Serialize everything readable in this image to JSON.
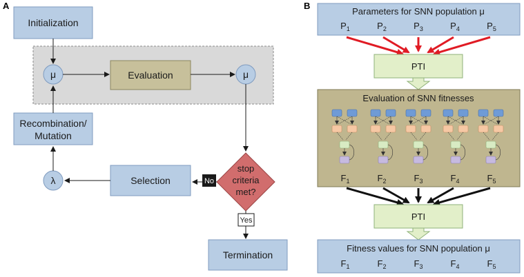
{
  "panel_a": {
    "label": "A",
    "initialization": "Initialization",
    "mu_left": "μ",
    "evaluation": "Evaluation",
    "mu_right": "μ",
    "recombination_line1": "Recombination/",
    "recombination_line2": "Mutation",
    "lambda": "λ",
    "selection": "Selection",
    "decision_line1": "stop",
    "decision_line2": "criteria",
    "decision_line3": "met?",
    "no_label": "No",
    "yes_label": "Yes",
    "termination": "Termination"
  },
  "panel_b": {
    "label": "B",
    "params_title": "Parameters for SNN population μ",
    "params": [
      {
        "base": "P",
        "sub": "1"
      },
      {
        "base": "P",
        "sub": "2"
      },
      {
        "base": "P",
        "sub": "3"
      },
      {
        "base": "P",
        "sub": "4"
      },
      {
        "base": "P",
        "sub": "5"
      }
    ],
    "pti_top": "PTI",
    "eval_title": "Evaluation of SNN fitnesses",
    "fitness_mid": [
      {
        "base": "F",
        "sub": "1"
      },
      {
        "base": "F",
        "sub": "2"
      },
      {
        "base": "F",
        "sub": "3"
      },
      {
        "base": "F",
        "sub": "4"
      },
      {
        "base": "F",
        "sub": "5"
      }
    ],
    "pti_bottom": "PTI",
    "fitness_title": "Fitness values for SNN population μ",
    "fitness_bottom": [
      {
        "base": "F",
        "sub": "1"
      },
      {
        "base": "F",
        "sub": "2"
      },
      {
        "base": "F",
        "sub": "3"
      },
      {
        "base": "F",
        "sub": "4"
      },
      {
        "base": "F",
        "sub": "5"
      }
    ]
  },
  "colors": {
    "box_blue": "#b8cde4",
    "box_blue_stroke": "#7f9bbf",
    "eval_khaki": "#c7c09b",
    "grey_region": "#d9d9d9",
    "diamond_red": "#d16d6d",
    "pti_green": "#e2efc9",
    "snn_panel": "#bfb68f",
    "arrow_red": "#e01b24"
  }
}
